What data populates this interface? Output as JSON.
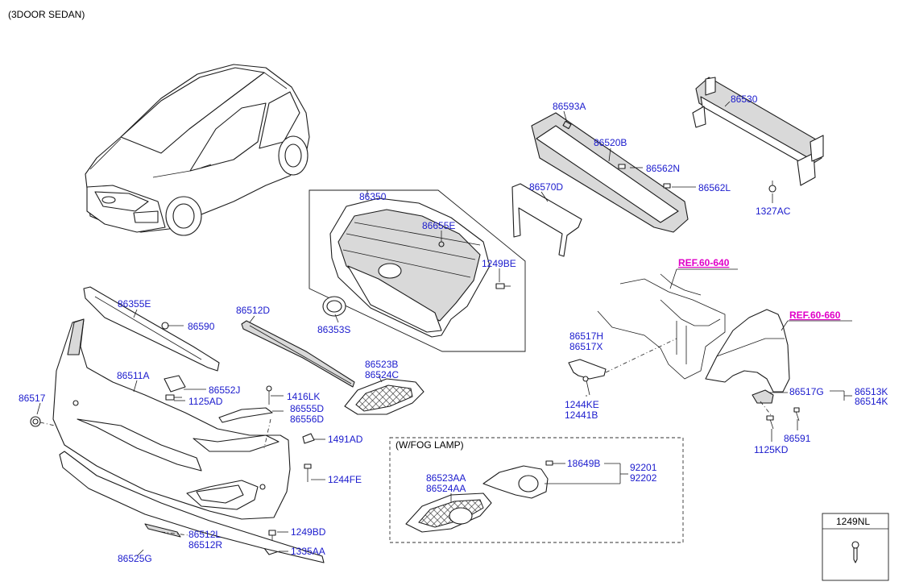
{
  "header": {
    "variant": "(3DOOR SEDAN)"
  },
  "fog_group": {
    "title": "(W/FOG LAMP)"
  },
  "legend_box": {
    "part": "1249NL"
  },
  "refs": {
    "ref_640": "REF.60-640",
    "ref_660": "REF.60-660"
  },
  "labels": {
    "p86593A": "86593A",
    "p86530": "86530",
    "p86520B": "86520B",
    "p86562N": "86562N",
    "p86562L": "86562L",
    "p1327AC": "1327AC",
    "p86570D": "86570D",
    "p86350": "86350",
    "p86655E": "86655E",
    "p1249BE": "1249BE",
    "p86353S": "86353S",
    "p86355E": "86355E",
    "p86590": "86590",
    "p86512D": "86512D",
    "p86523B": "86523B",
    "p86524C": "86524C",
    "p86511A": "86511A",
    "p86552J": "86552J",
    "p1125AD": "1125AD",
    "p1416LK": "1416LK",
    "p86555D": "86555D",
    "p86556D": "86556D",
    "p86517": "86517",
    "p1491AD": "1491AD",
    "p1244FE": "1244FE",
    "p86512L": "86512L",
    "p86512R": "86512R",
    "p1249BD": "1249BD",
    "p86525G": "86525G",
    "p1335AA": "1335AA",
    "p86517H": "86517H",
    "p86517X": "86517X",
    "p1244KE": "1244KE",
    "p12441B": "12441B",
    "p86517G": "86517G",
    "p86513K": "86513K",
    "p86514K": "86514K",
    "p86591": "86591",
    "p1125KD": "1125KD",
    "p18649B": "18649B",
    "p92201": "92201",
    "p92202": "92202",
    "p86523AA": "86523AA",
    "p86524AA": "86524AA"
  },
  "colors": {
    "label": "#1a1acd",
    "ref": "#e000c8",
    "line": "#1c1c1c"
  }
}
